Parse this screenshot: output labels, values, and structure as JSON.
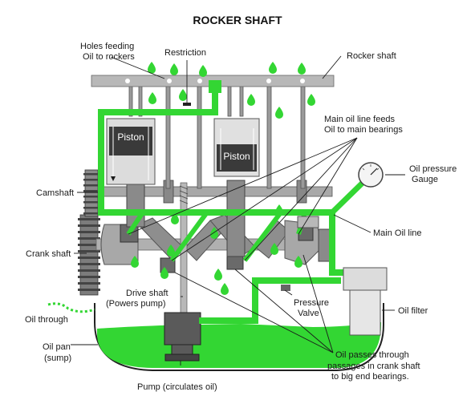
{
  "title": "ROCKER SHAFT",
  "labels": {
    "holes_feeding_1": "Holes feeding",
    "holes_feeding_2": "Oil to rockers",
    "restriction": "Restriction",
    "rocker_shaft": "Rocker shaft",
    "main_oil_feeds_1": "Main oil line feeds",
    "main_oil_feeds_2": "Oil to main bearings",
    "oil_pressure_1": "Oil pressure",
    "oil_pressure_2": "Gauge",
    "camshaft": "Camshaft",
    "main_oil_line": "Main Oil line",
    "crank_shaft": "Crank shaft",
    "drive_shaft_1": "Drive shaft",
    "drive_shaft_2": "(Powers pump)",
    "pressure_valve_1": "Pressure",
    "pressure_valve_2": "Valve",
    "oil_through": "Oil through",
    "oil_filter": "Oil filter",
    "oil_pan_1": "Oil pan",
    "oil_pan_2": "(sump)",
    "oil_passes_1": "Oil passes through",
    "oil_passes_2": "passages in crank shaft",
    "oil_passes_3": "to big end bearings.",
    "pump": "Pump (circulates oil)",
    "piston_left": "Piston",
    "piston_right": "Piston"
  },
  "colors": {
    "oil_green": "#33d633",
    "metal_gray": "#9c9c9c",
    "dark_gray": "#4a4a4a",
    "piston_dark": "#3a3a3a",
    "text": "#1a1a1a"
  }
}
